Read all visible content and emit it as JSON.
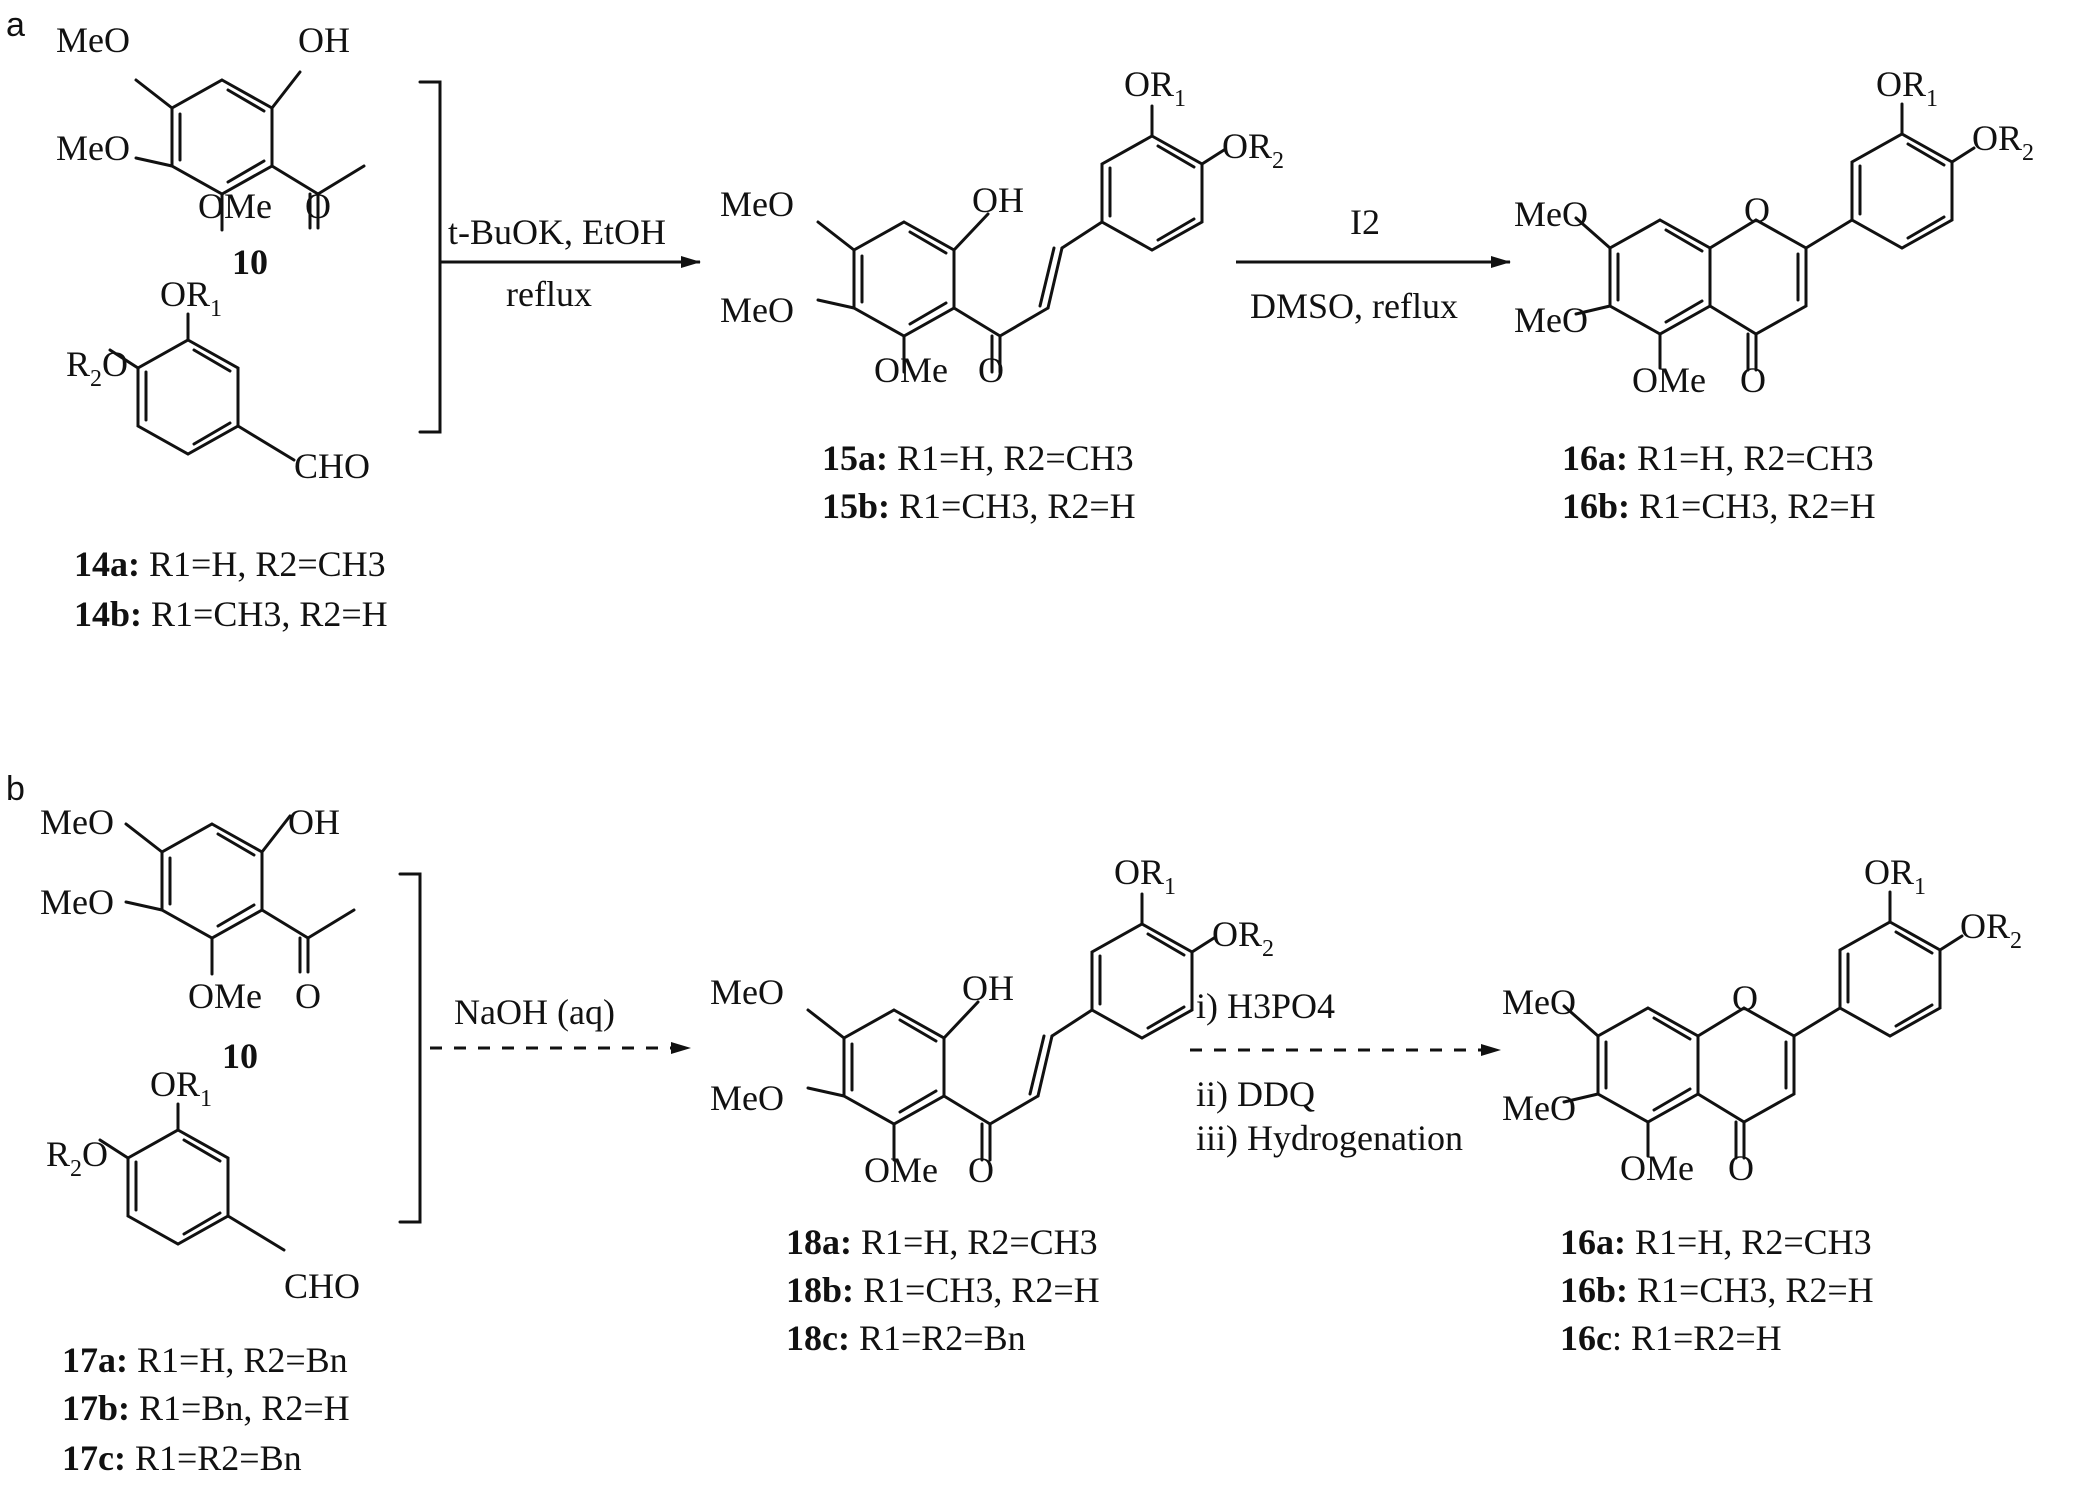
{
  "panels": {
    "a": {
      "label": "a"
    },
    "b": {
      "label": "b"
    }
  },
  "substituents": {
    "meo": "MeO",
    "ome": "OMe",
    "oh": "OH",
    "o": "O",
    "or_prefix": "OR",
    "r_prefix": "R",
    "cho": "CHO",
    "sub1": "1",
    "sub2": "2"
  },
  "compounds": {
    "c10": "10",
    "c14a": {
      "id": "14a:",
      "text": "R1=H, R2=CH3"
    },
    "c14b": {
      "id": "14b:",
      "text": "R1=CH3, R2=H"
    },
    "c15a": {
      "id": "15a:",
      "text": "R1=H, R2=CH3"
    },
    "c15b": {
      "id": "15b:",
      "text": "R1=CH3, R2=H"
    },
    "c16a": {
      "id": "16a:",
      "text": "R1=H, R2=CH3"
    },
    "c16b": {
      "id": "16b:",
      "text": "R1=CH3, R2=H"
    },
    "c16c": {
      "id": "16c",
      "text": ": R1=R2=H"
    },
    "c17a": {
      "id": "17a:",
      "text": "R1=H, R2=Bn"
    },
    "c17b": {
      "id": "17b:",
      "text": "R1=Bn, R2=H"
    },
    "c17c": {
      "id": "17c:",
      "text": "R1=R2=Bn"
    },
    "c18a": {
      "id": "18a:",
      "text": "R1=H, R2=CH3"
    },
    "c18b": {
      "id": "18b:",
      "text": "R1=CH3, R2=H"
    },
    "c18c": {
      "id": "18c:",
      "text": "R1=R2=Bn"
    }
  },
  "conditions": {
    "a_step1_line1": "t-BuOK, EtOH",
    "a_step1_line2": "reflux",
    "a_step2_line1": "I2",
    "a_step2_line2": "DMSO, reflux",
    "b_step1_line1": "NaOH (aq)",
    "b_step2_line1": "i) H3PO4",
    "b_step2_line2": "ii) DDQ",
    "b_step2_line3": "iii) Hydrogenation"
  }
}
